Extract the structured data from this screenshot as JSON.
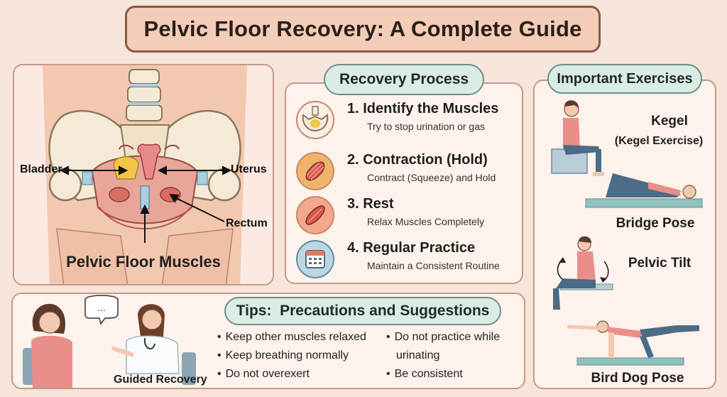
{
  "title": "Pelvic Floor Recovery: A Complete Guide",
  "anatomy": {
    "bladder_label": "Bladder",
    "uterus_label": "Uterus",
    "rectum_label": "Rectum",
    "caption": "Pelvic Floor Muscles"
  },
  "process": {
    "heading": "Recovery Process",
    "steps": [
      {
        "title": "1. Identify the Muscles",
        "desc": "Try to stop urination or gas",
        "icon": "pelvis-icon"
      },
      {
        "title": "2. Contraction (Hold)",
        "desc": "Contract (Squeeze) and Hold",
        "icon": "muscle-contract-icon"
      },
      {
        "title": "3. Rest",
        "desc": "Relax Muscles Completely",
        "icon": "muscle-relax-icon"
      },
      {
        "title": "4. Regular Practice",
        "desc": "Maintain a Consistent Routine",
        "icon": "calendar-icon"
      }
    ]
  },
  "exercises": {
    "heading": "Important Exercises",
    "items": [
      {
        "name": "Kegel",
        "sub": "(Kegel Exercise)"
      },
      {
        "name": "Bridge Pose"
      },
      {
        "name": "Pelvic Tilt"
      },
      {
        "name": "Bird Dog Pose"
      }
    ]
  },
  "tips": {
    "heading": "Tips:  Precautions and Suggestions",
    "caption": "Guided Recovery",
    "left": [
      "Keep other muscles relaxed",
      "Keep breathing normally",
      "Do not overexert"
    ],
    "right": [
      "Do not practice while",
      "urinating",
      "Be consistent"
    ],
    "speech": "..."
  }
}
